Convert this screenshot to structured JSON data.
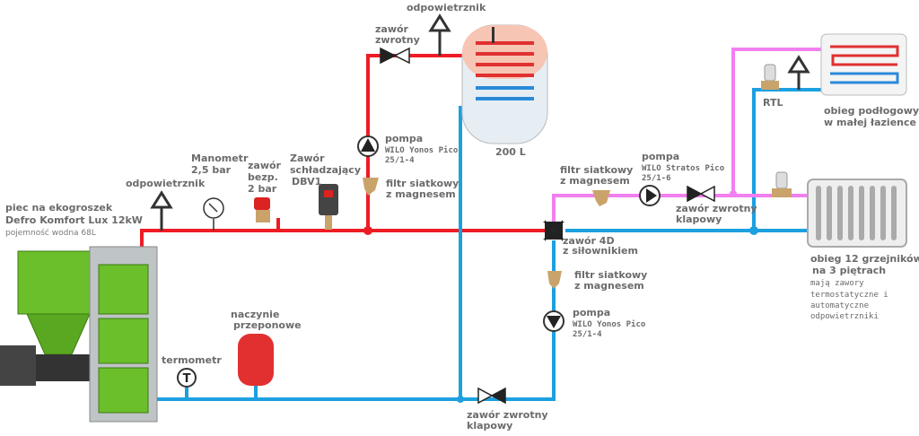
{
  "colors": {
    "supply": "#ee1c25",
    "return": "#1ca0e0",
    "floor": "#f27ff0",
    "boiler": "#6bbf2a",
    "brass": "#c9a36a"
  },
  "boiler": {
    "title1": "piec na ekogroszek",
    "title2": "Defro Komfort Lux  12kW",
    "capacity": "pojemność wodna 68L"
  },
  "vent_left": "odpowietrznik",
  "manometer": {
    "l1": "Manometr",
    "l2": "2,5 bar"
  },
  "safety_valve": {
    "l1": "zawór",
    "l2": "bezp.",
    "l3": "2 bar"
  },
  "dbv": {
    "l1": "Zawór",
    "l2": "schładzający",
    "l3": "DBV1"
  },
  "check_top": {
    "l1": "zawór",
    "l2": "zwrotny"
  },
  "vent_top": "odpowietrznik",
  "pump_tank": {
    "l1": "pompa",
    "l2": "WILO Yonos Pico",
    "l3": "25/1-4"
  },
  "filter_tank": {
    "l1": "filtr siatkowy",
    "l2": "z magnesem"
  },
  "tank": {
    "label": "200 L"
  },
  "filter_rad": {
    "l1": "filtr siatkowy",
    "l2": "z magnesem"
  },
  "pump_rad": {
    "l1": "pompa",
    "l2": "WILO Stratos Pico",
    "l3": "25/1-6"
  },
  "check_rad": {
    "l1": "zawór zwrotny",
    "l2": "klapowy"
  },
  "valve4d": {
    "l1": "zawór 4D",
    "l2": "z siłownikiem"
  },
  "rtl": "RTL",
  "floor": {
    "l1": "obieg podłogowy",
    "l2": "w małej łazience"
  },
  "radiators": {
    "l1": "obieg 12 grzejników",
    "l2": "na 3 piętrach",
    "n1": "mają zawory",
    "n2": "termostatyczne i",
    "n3": "automatyczne",
    "n4": "odpowietrzniki"
  },
  "filter_ret": {
    "l1": "filtr siatkowy",
    "l2": "z magnesem"
  },
  "pump_ret": {
    "l1": "pompa",
    "l2": "WILO Yonos Pico",
    "l3": "25/1-4"
  },
  "expansion": {
    "l1": "naczynie",
    "l2": "przeponowe"
  },
  "thermometer": {
    "label": "termometr",
    "symbol": "T"
  },
  "check_bottom": {
    "l1": "zawór zwrotny",
    "l2": "klapowy"
  }
}
